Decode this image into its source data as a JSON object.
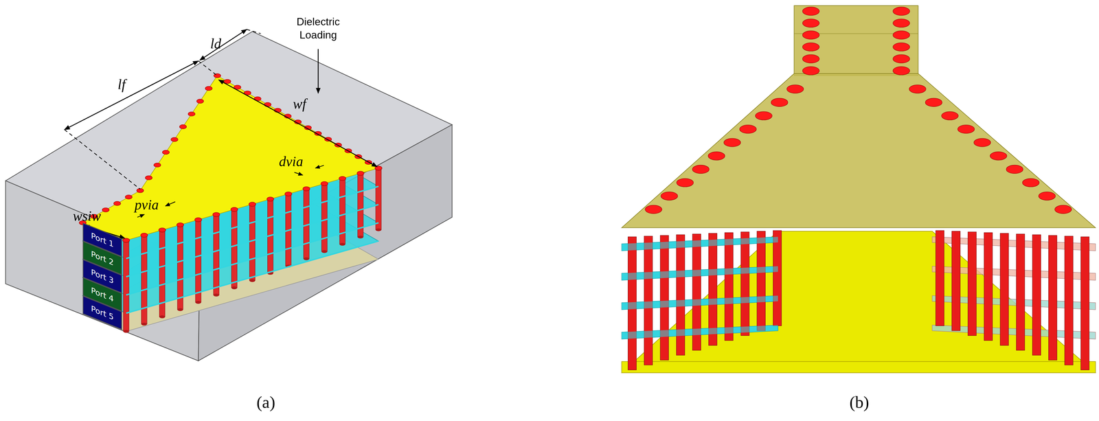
{
  "diagram": {
    "nodes": [
      {
        "text": [
          "Port 1"
        ]
      },
      {
        "text": [
          "Port 2"
        ]
      },
      {
        "text": [
          "Port 3"
        ]
      },
      {
        "text": [
          "Port 4"
        ]
      },
      {
        "text": [
          "Port 5"
        ]
      }
    ],
    "labels": [
      "lf",
      "ld",
      "Dielectric Loading",
      "wf",
      "dvia",
      "pvia",
      "wsiw",
      "(a)",
      "(b)"
    ]
  }
}
